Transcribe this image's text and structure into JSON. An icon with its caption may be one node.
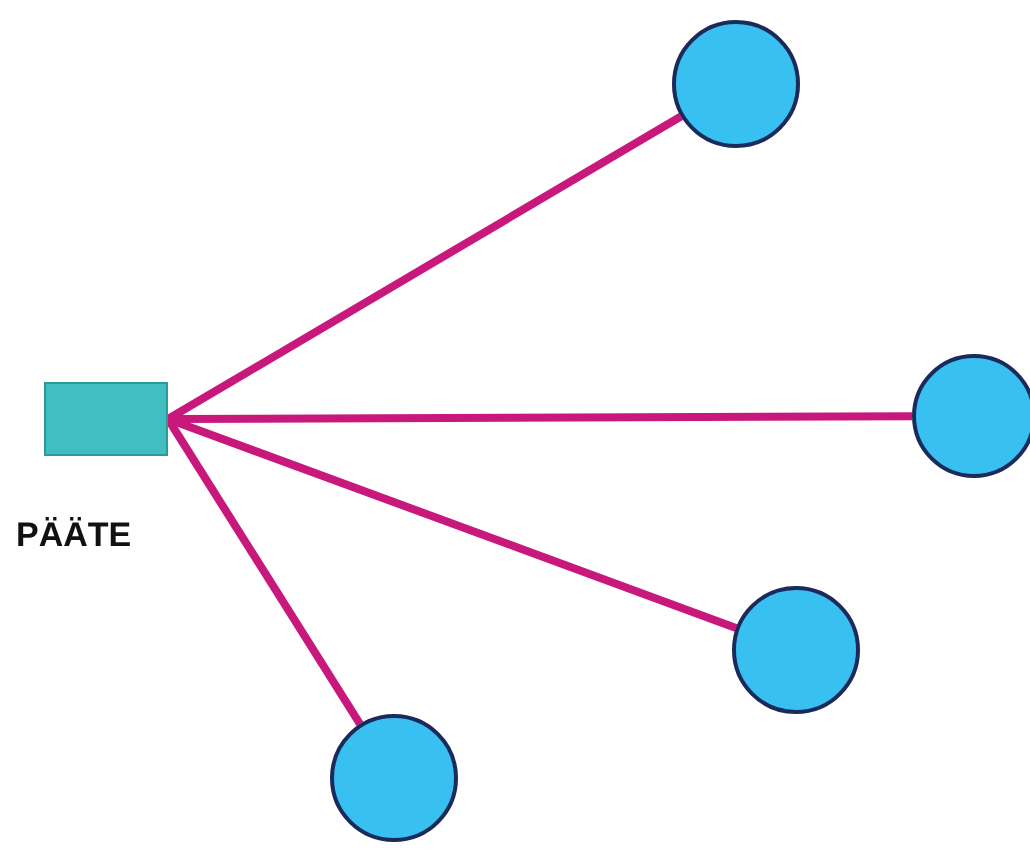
{
  "diagram": {
    "nodes": [
      {
        "text": [],
        "shape": "box",
        "beside": [
          "PÄÄTE"
        ]
      },
      {
        "text": [],
        "shape": "circle"
      },
      {
        "text": [],
        "shape": "circle"
      },
      {
        "text": [],
        "shape": "circle"
      },
      {
        "text": [],
        "shape": "circle"
      }
    ],
    "edges": [
      {
        "from": 0,
        "to": 1,
        "arrow": "none"
      },
      {
        "from": 0,
        "to": 2,
        "arrow": "none"
      },
      {
        "from": 0,
        "to": 3,
        "arrow": "none"
      },
      {
        "from": 0,
        "to": 4,
        "arrow": "none"
      }
    ]
  }
}
